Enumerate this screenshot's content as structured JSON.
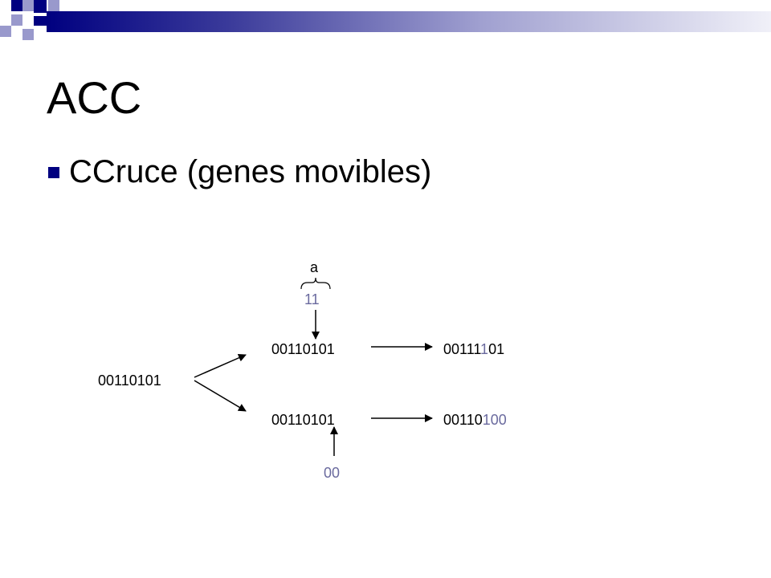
{
  "slide": {
    "title": "ACC",
    "bullet": "CCruce (genes movibles)"
  },
  "diagram": {
    "parent": "00110101",
    "top_child": "00110101",
    "top_result_prefix": "00111",
    "top_result_highlight": "1",
    "top_result_suffix": "01",
    "bottom_child": "00110101",
    "bottom_result_prefix": "00110",
    "bottom_result_highlight": "100",
    "top_gene_label": "a",
    "top_gene_value": "11",
    "bottom_gene_value": "00"
  },
  "colors": {
    "accent": "#000080",
    "light_accent": "#8080c0",
    "highlight_text": "#6a6a9e"
  }
}
